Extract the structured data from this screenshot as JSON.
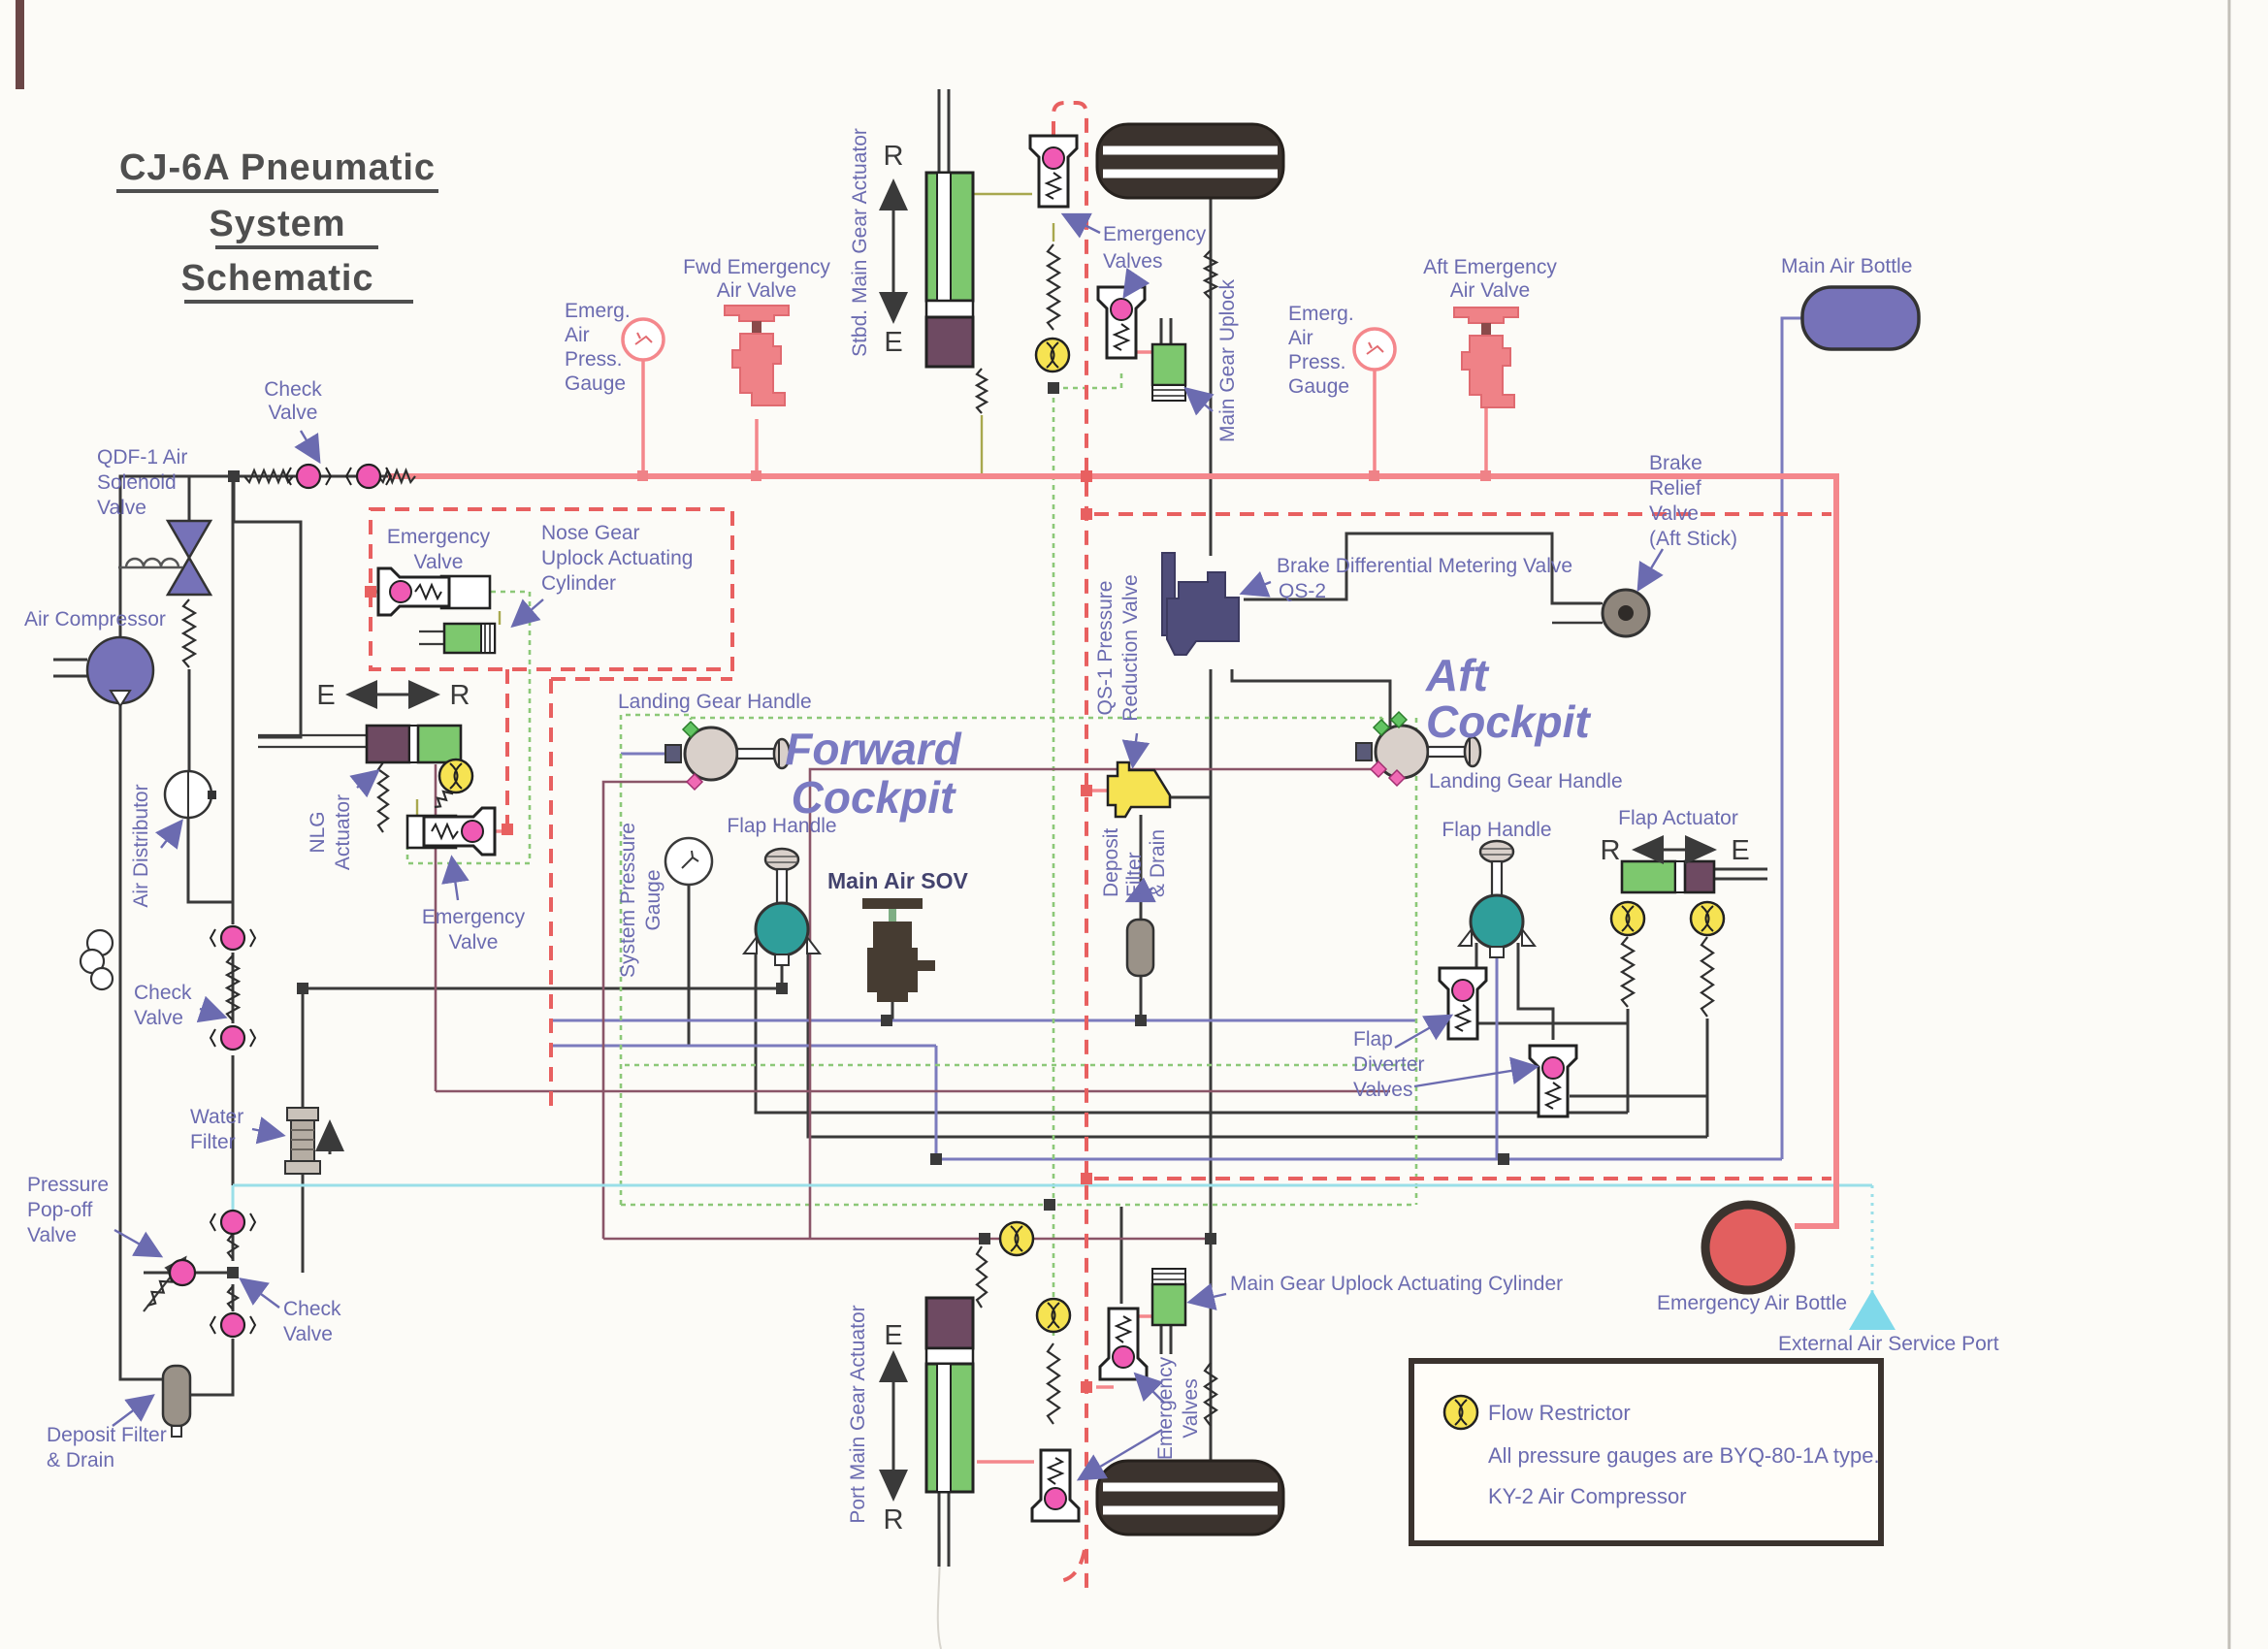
{
  "title": {
    "line1": "CJ-6A Pneumatic",
    "line2": "System",
    "line3": "Schematic"
  },
  "letters": {
    "e": "E",
    "r": "R"
  },
  "left": {
    "check_top1": "Check",
    "check_top2": "Valve",
    "qdf1": "QDF-1 Air",
    "qdf2": "Solenoid",
    "qdf3": "Valve",
    "compressor": "Air Compressor",
    "distributor": "Air Distributor",
    "check1": "Check",
    "check2": "Valve",
    "water1": "Water",
    "water2": "Filter",
    "popoff1": "Pressure",
    "popoff2": "Pop-off",
    "popoff3": "Valve",
    "checkb1": "Check",
    "checkb2": "Valve",
    "deposit1": "Deposit Filter",
    "deposit2": "& Drain"
  },
  "nose": {
    "ev1a": "Emergency",
    "ev1b": "Valve",
    "cyl1": "Nose Gear",
    "cyl2": "Uplock Actuating",
    "cyl3": "Cylinder",
    "nlg1": "NLG",
    "nlg2": "Actuator",
    "ev2a": "Emergency",
    "ev2b": "Valve"
  },
  "forward": {
    "eav1": "Fwd Emergency",
    "eav2": "Air Valve",
    "g1": "Emerg.",
    "g2": "Air",
    "g3": "Press.",
    "g4": "Gauge",
    "lgh": "Landing Gear Handle",
    "big1": "Forward",
    "big2": "Cockpit",
    "flap": "Flap Handle",
    "sov": "Main Air SOV",
    "sp1": "System Pressure",
    "sp2": "Gauge"
  },
  "top": {
    "stbd": "Stbd. Main Gear Actuator",
    "ev1": "Emergency",
    "ev2": "Valves",
    "uplock": "Main Gear Uplock",
    "eav1": "Aft Emergency",
    "eav2": "Air Valve",
    "g1": "Emerg.",
    "g2": "Air",
    "g3": "Press.",
    "g4": "Gauge",
    "bottle": "Main Air Bottle"
  },
  "center": {
    "brv1": "Brake",
    "brv2": "Relief",
    "brv3": "Valve",
    "brv4": "(Aft Stick)",
    "qs2a": "Brake Differential Metering Valve",
    "qs2b": "QS-2",
    "qs1a": "QS-1 Pressure",
    "qs1b": "Reduction Valve",
    "dep1": "Deposit",
    "dep2": "Filter",
    "dep3": "& Drain"
  },
  "aft": {
    "big1": "Aft",
    "big2": "Cockpit",
    "lgh": "Landing Gear Handle",
    "flap": "Flap Handle",
    "fa": "Flap Actuator",
    "fd1": "Flap",
    "fd2": "Diverter",
    "fd3": "Valves"
  },
  "bottom": {
    "port": "Port Main Gear Actuator",
    "uplock": "Main Gear Uplock Actuating Cylinder",
    "ev1": "Emergency",
    "ev2": "Valves",
    "bottle": "Emergency Air Bottle",
    "ext": "External Air Service Port"
  },
  "legend": {
    "flow": "Flow Restrictor",
    "gauges": "All pressure gauges are BYQ-80-1A type.",
    "ky2": "KY-2 Air Compressor"
  },
  "colors": {
    "label": "#6b6bb0",
    "line_black": "#3a3a3a",
    "line_pink": "#f4878c",
    "line_red_dash": "#e86060",
    "line_green": "#8cc878",
    "line_blue": "#7b7bbd",
    "line_maroon": "#8a5568",
    "line_cyan": "#9adfe8",
    "actuator_green": "#7dc86e",
    "actuator_purple": "#6e4a62",
    "component_purple": "#7672b8",
    "restrictor_yellow": "#f6e352",
    "valve_ball_pink": "#f05ab4",
    "flap_teal": "#2f9e9a",
    "emergency_red_valve": "#ef8287",
    "sov_dark": "#463c32",
    "qs2_slate": "#4f4d7a",
    "bottle_red": "#e25f5f",
    "tire": "#3b332e"
  }
}
